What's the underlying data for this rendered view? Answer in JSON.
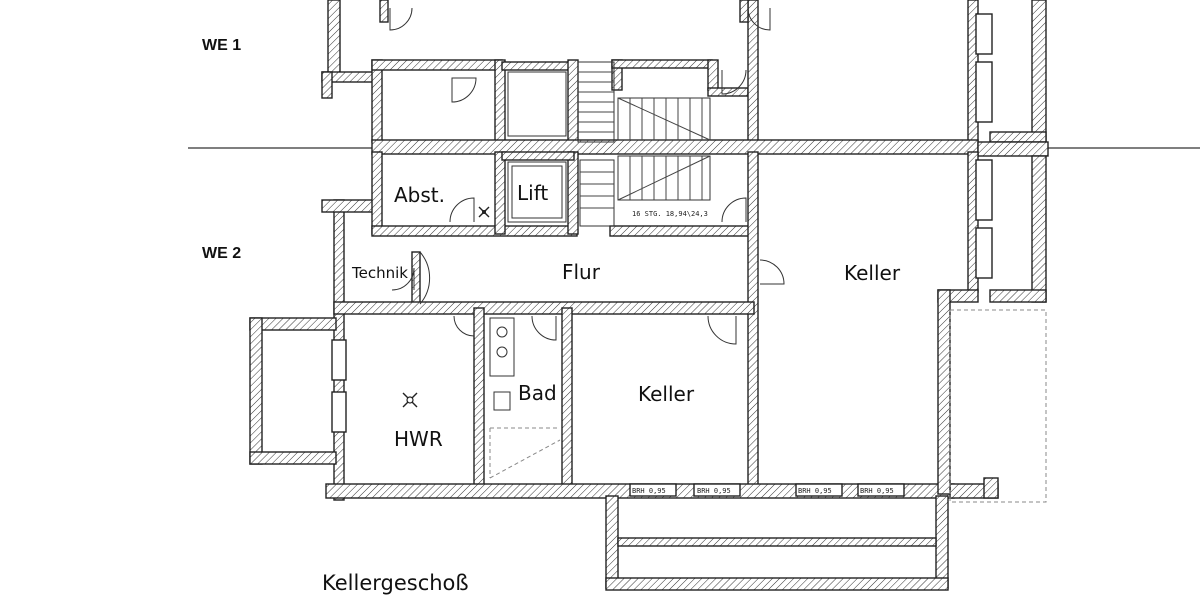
{
  "units": {
    "we1": "WE 1",
    "we2": "WE 2"
  },
  "rooms": {
    "abst": "Abst.",
    "lift": "Lift",
    "technik": "Technik",
    "flur": "Flur",
    "keller_right": "Keller",
    "keller_center": "Keller",
    "bad": "Bad",
    "hwr": "HWR"
  },
  "annotations": {
    "stairs": "16 STG. 18,94\\24,3",
    "window_label": "BRH 0,95"
  },
  "caption": "Kellergeschoß",
  "icons": {
    "ceiling_light": "light-fixture-icon",
    "floor_drain": "drain-icon"
  }
}
